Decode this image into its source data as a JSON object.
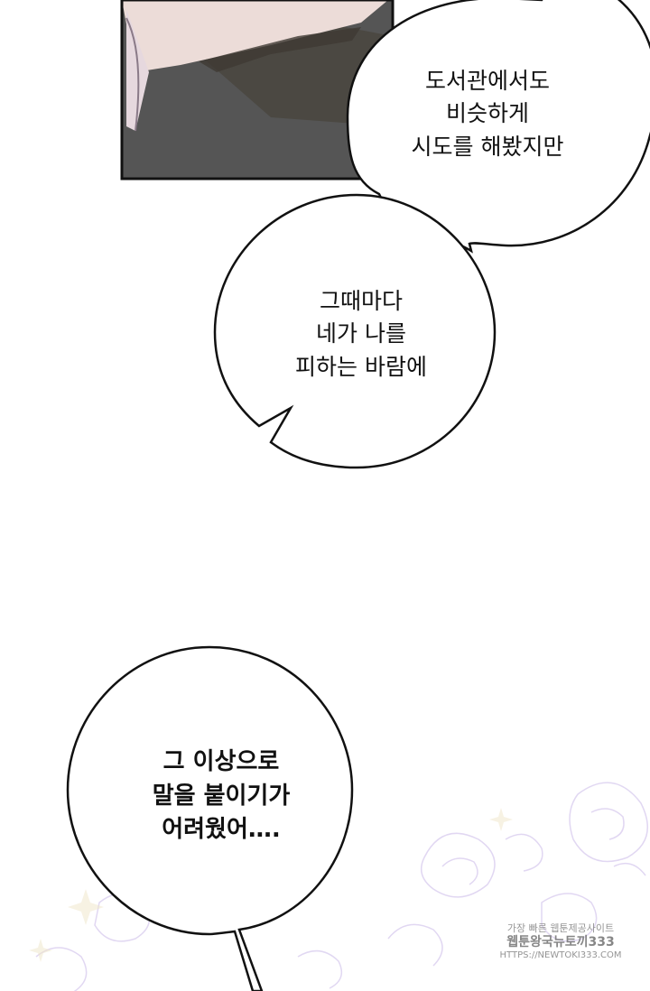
{
  "panel": {
    "bubbles": [
      {
        "lines": [
          "도서관에서도",
          "비슷하게",
          "시도를 해봤지만"
        ]
      },
      {
        "lines": [
          "그때마다",
          "네가 나를",
          "피하는 바람에"
        ]
      },
      {
        "lines": [
          "그 이상으로",
          "말을 붙이기가",
          "어려웠어…."
        ]
      }
    ],
    "watermark": {
      "line1": "가장 빠른 웹툰제공사이트",
      "line2": "웹툰왕국뉴토끼333",
      "line3": "HTTPS://NEWTOKI333.COM"
    }
  }
}
